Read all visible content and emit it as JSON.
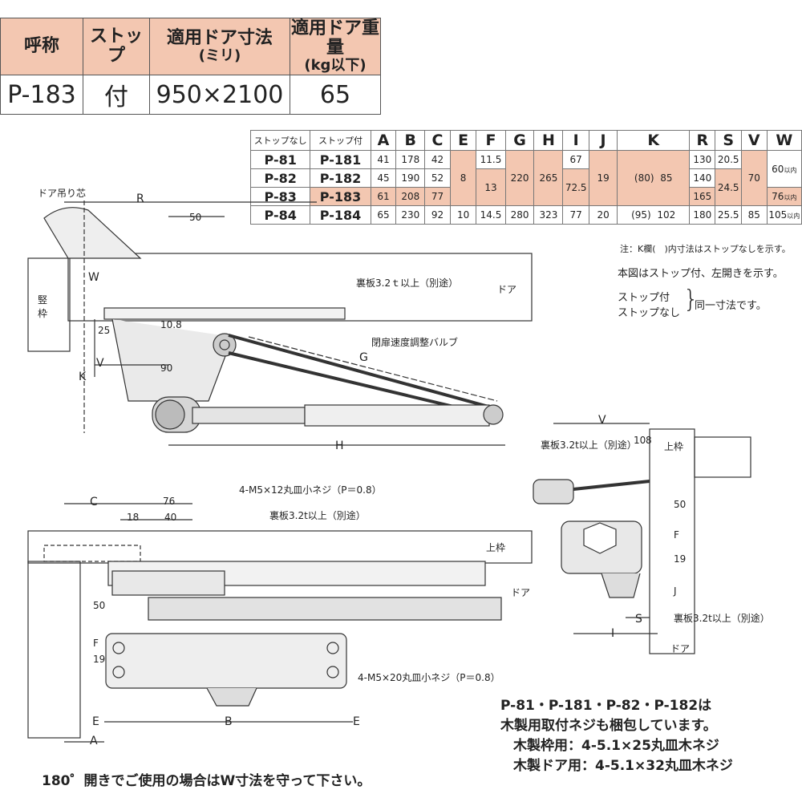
{
  "spec": {
    "headers": [
      "呼称",
      "ストップ",
      "適用ドア寸法",
      "(ミリ)",
      "適用ドア重量",
      "(kg以下)"
    ],
    "row": [
      "P-183",
      "付",
      "950×2100",
      "65"
    ]
  },
  "dims": {
    "head": [
      "ストップなし",
      "ストップ付",
      "A",
      "B",
      "C",
      "E",
      "F",
      "G",
      "H",
      "I",
      "J",
      "K",
      "R",
      "S",
      "V",
      "W"
    ],
    "r1": [
      "P-81",
      "P-181",
      "41",
      "178",
      "42",
      "11.5",
      "67",
      "130",
      "20.5"
    ],
    "r2": [
      "P-82",
      "P-182",
      "45",
      "190",
      "52",
      "140"
    ],
    "r3": [
      "P-83",
      "P-183",
      "61",
      "208",
      "77",
      "165",
      "76",
      "以内"
    ],
    "r4": [
      "P-84",
      "P-184",
      "65",
      "230",
      "92",
      "10",
      "14.5",
      "280",
      "323",
      "77",
      "20",
      "(95)",
      "102",
      "180",
      "25.5",
      "85",
      "105",
      "以内"
    ],
    "merged": {
      "e": "8",
      "f": "13",
      "g": "220",
      "h": "265",
      "i": "72.5",
      "j": "19",
      "k": "(80)",
      "k2": "85",
      "s": "24.5",
      "v": "70",
      "w": "60",
      "w_unit": "以内"
    }
  },
  "notes": {
    "k_note": "注：K欄(　)内寸法はストップなしを示す。",
    "figure": "本図はストップ付、左開きを示す。",
    "stop_yes": "ストップ付",
    "stop_no": "ストップなし",
    "same": "同一寸法です。",
    "wood_title": "P-81・P-181・P-82・P-182は",
    "wood_1": "木製用取付ネジも梱包しています。",
    "wood_2": "木製枠用：4-5.1×25丸皿木ネジ",
    "wood_3": "木製ドア用：4-5.1×32丸皿木ネジ",
    "bottom": "180゜開きでご使用の場合はW寸法を守って下さい。"
  },
  "labels": {
    "pivot": "ドア吊り芯",
    "R": "R",
    "d50": "50",
    "W": "W",
    "door": "ドア",
    "frame": "竪枠",
    "backplate": "裏板3.2ｔ以上（別途）",
    "valve": "閉扉速度調整バルブ",
    "d25": "25",
    "d108": "10.8",
    "V": "V",
    "K": "K",
    "d90": "90",
    "G": "G",
    "H": "H",
    "C": "C",
    "d76": "76",
    "d18": "18",
    "d40": "40",
    "screw12": "4-M5×12丸皿小ネジ（P＝0.8）",
    "backplate2": "裏板3.2t以上（別途）",
    "upper": "上枠",
    "d50b": "50",
    "F": "F",
    "d19": "19",
    "screw20": "4-M5×20丸皿小ネジ（P＝0.8）",
    "E": "E",
    "B": "B",
    "A": "A",
    "V2": "V",
    "d10": "10",
    "d8": "8",
    "backplate3": "裏板3.2t以上（別途）",
    "upper2": "上枠",
    "d50c": "50",
    "F2": "F",
    "d19b": "19",
    "J": "J",
    "S": "S",
    "I": "I",
    "backplate4": "裏板3.2t以上（別途）",
    "door2": "ドア"
  }
}
